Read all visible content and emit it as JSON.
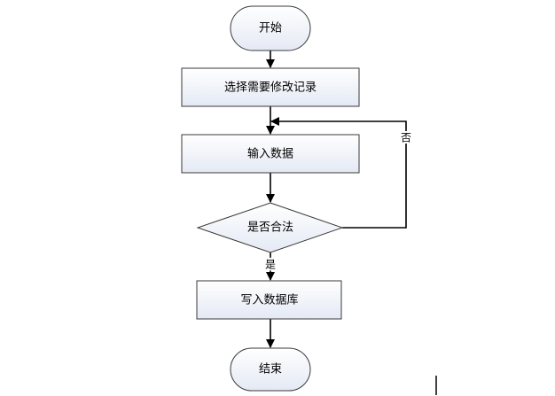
{
  "flowchart": {
    "nodes": {
      "start": {
        "label": "开始",
        "shape": "terminator"
      },
      "select_record": {
        "label": "选择需要修改记录",
        "shape": "process"
      },
      "input_data": {
        "label": "输入数据",
        "shape": "process"
      },
      "is_valid": {
        "label": "是否合法",
        "shape": "decision"
      },
      "write_db": {
        "label": "写入数据库",
        "shape": "process"
      },
      "end": {
        "label": "结束",
        "shape": "terminator"
      }
    },
    "edges": {
      "yes_label": "是",
      "no_label": "否"
    }
  },
  "colors": {
    "process_fill_top": "#ffffff",
    "process_fill_bottom": "#e6ebf5",
    "stroke": "#3a3a3a",
    "line": "#000000"
  }
}
